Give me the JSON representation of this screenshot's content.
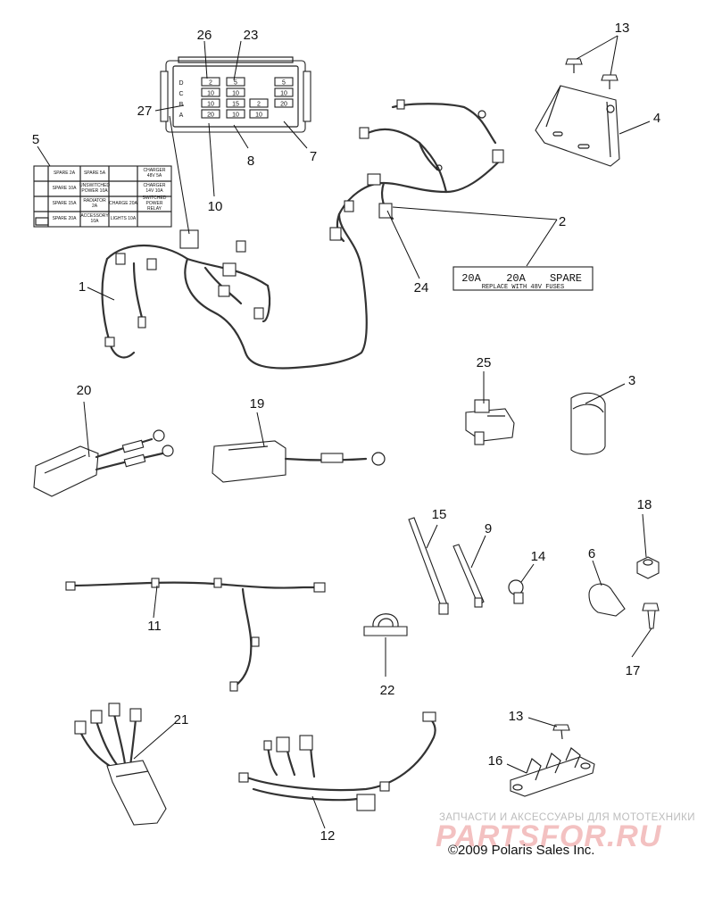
{
  "diagram": {
    "callouts": [
      {
        "id": "26",
        "text": "26"
      },
      {
        "id": "23",
        "text": "23"
      },
      {
        "id": "13a",
        "text": "13"
      },
      {
        "id": "4",
        "text": "4"
      },
      {
        "id": "27",
        "text": "27"
      },
      {
        "id": "5",
        "text": "5"
      },
      {
        "id": "8",
        "text": "8"
      },
      {
        "id": "7",
        "text": "7"
      },
      {
        "id": "10",
        "text": "10"
      },
      {
        "id": "2",
        "text": "2"
      },
      {
        "id": "1",
        "text": "1"
      },
      {
        "id": "24",
        "text": "24"
      },
      {
        "id": "25",
        "text": "25"
      },
      {
        "id": "3",
        "text": "3"
      },
      {
        "id": "20",
        "text": "20"
      },
      {
        "id": "19",
        "text": "19"
      },
      {
        "id": "15",
        "text": "15"
      },
      {
        "id": "9",
        "text": "9"
      },
      {
        "id": "18",
        "text": "18"
      },
      {
        "id": "14",
        "text": "14"
      },
      {
        "id": "6",
        "text": "6"
      },
      {
        "id": "11",
        "text": "11"
      },
      {
        "id": "17",
        "text": "17"
      },
      {
        "id": "22",
        "text": "22"
      },
      {
        "id": "21",
        "text": "21"
      },
      {
        "id": "13b",
        "text": "13"
      },
      {
        "id": "16",
        "text": "16"
      },
      {
        "id": "12",
        "text": "12"
      }
    ],
    "fuse_block": {
      "row_labels": [
        "D",
        "C",
        "B",
        "A"
      ],
      "fuses": [
        "2",
        "5",
        "5",
        "10",
        "10",
        "10",
        "10",
        "15",
        "2",
        "20",
        "20",
        "10",
        "10"
      ]
    },
    "fuse_label_table": {
      "rows": [
        [
          "SPARE 2A",
          "SPARE 5A",
          "",
          "CHARGER 48V 5A"
        ],
        [
          "SPARE 10A",
          "UNSWITCHED POWER 10A",
          "",
          "CHARGER 14V 10A"
        ],
        [
          "SPARE 15A",
          "RADIATOR 2A",
          "CHARGE 20A",
          "SWITCHED POWER RELAY"
        ],
        [
          "SPARE 20A",
          "ACCESSORY 10A",
          "LIGHTS 10A",
          ""
        ]
      ]
    },
    "fuse_decal": {
      "line1": [
        "20A",
        "20A",
        "SPARE"
      ],
      "line2": "REPLACE WITH 48V FUSES"
    }
  },
  "watermark": {
    "line1": "ЗАПЧАСТИ И АКСЕССУАРЫ ДЛЯ МОТОТЕХНИКИ",
    "line2": "PARTSFOR.RU"
  },
  "copyright": "©2009 Polaris Sales Inc."
}
